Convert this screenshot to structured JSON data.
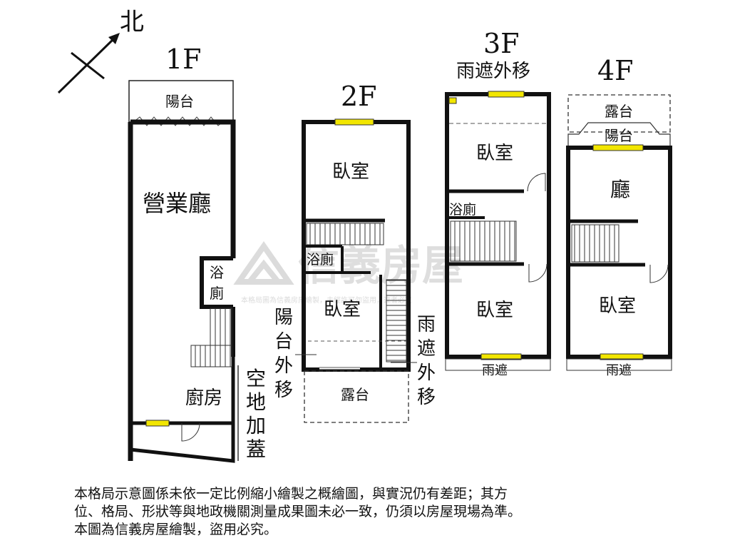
{
  "compass": {
    "north": "北"
  },
  "floors": {
    "f1": {
      "title": "1F",
      "balcony": "陽台",
      "hall": "營業廳",
      "bath_top": "浴",
      "bath_bottom": "廁",
      "kitchen": "廚房",
      "extension": [
        "空",
        "地",
        "加",
        "蓋"
      ]
    },
    "f2": {
      "title": "2F",
      "bedroom_top": "臥室",
      "bath": "浴廁",
      "bedroom_bottom": "臥室",
      "balcony_moved": [
        "陽",
        "台",
        "外",
        "移"
      ],
      "awning_moved": [
        "雨",
        "遮",
        "外",
        "移"
      ],
      "terrace": "露台"
    },
    "f3": {
      "title": "3F",
      "awning_moved": "雨遮外移",
      "bedroom_top": "臥室",
      "bath": "浴廁",
      "bedroom_bottom": "臥室",
      "awning": "雨遮"
    },
    "f4": {
      "title": "4F",
      "terrace": "露台",
      "balcony": "陽台",
      "living": "廳",
      "bedroom": "臥室",
      "awning": "雨遮"
    }
  },
  "watermark": {
    "brand": "信義房屋",
    "notice": "本格局圖為信義房屋繪製，未經許可勿盜用，違者必究"
  },
  "disclaimer": {
    "line1": "本格局示意圖係未依一定比例縮小繪製之概繪圖，與實況仍有差距；其方",
    "line2": "位、格局、形狀等與地政機關測量成果圖未必一致，仍須以房屋現場為準。",
    "line3": "本圖為信義房屋繪製，盜用必究。"
  },
  "colors": {
    "wall": "#111111",
    "window": "#f2e600",
    "watermark": "#c8c8c8"
  }
}
